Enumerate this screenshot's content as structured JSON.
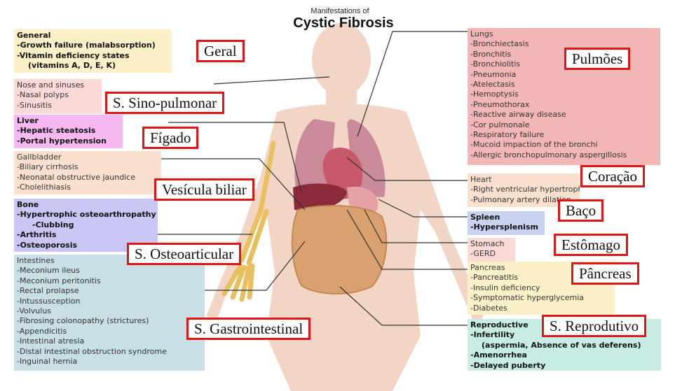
{
  "title": {
    "line1": "Manifestations of",
    "line2": "Cystic Fibrosis"
  },
  "boxes": {
    "general": {
      "header": "General",
      "items": [
        "-Growth failure (malabsorption)",
        "-Vitamin deficiency states",
        "(vitamins A, D, E, K)"
      ],
      "color": "#fbf0c8"
    },
    "nose": {
      "header": "Nose and sinuses",
      "items": [
        "-Nasal polyps",
        "-Sinusitis"
      ],
      "color": "#fbd9d6"
    },
    "liver": {
      "header": "Liver",
      "items": [
        "-Hepatic steatosis",
        "-Portal hypertension"
      ],
      "color": "#f5b8f0"
    },
    "gallbladder": {
      "header": "Gallbladder",
      "items": [
        "-Biliary cirrhosis",
        "-Neonatal obstructive jaundice",
        "-Cholelithiasis"
      ],
      "color": "#fbe0cf"
    },
    "bone": {
      "header": "Bone",
      "items": [
        "-Hypertrophic osteoarthropathy",
        "-Clubbing",
        "-Arthritis",
        "-Osteoporosis"
      ],
      "color": "#c9c6f3"
    },
    "intestines": {
      "header": "Intestines",
      "items": [
        "-Meconium ileus",
        "-Meconium peritonitis",
        "-Rectal prolapse",
        "-Intussusception",
        "-Volvulus",
        "-Fibrosing colonopathy (strictures)",
        "-Appendicitis",
        "-Intestinal atresia",
        "-Distal intestinal obstruction syndrome",
        "-Inguinal hernia"
      ],
      "color": "#c9dfe6"
    },
    "lungs": {
      "header": "Lungs",
      "items": [
        "-Bronchiectasis",
        "-Bronchitis",
        "-Bronchiolitis",
        "-Pneumonia",
        "-Atelectasis",
        "-Hemoptysis",
        "-Pneumothorax",
        "-Reactive airway disease",
        "-Cor pulmonale",
        "-Respiratory failure",
        "-Mucoid impaction of the bronchi",
        "-Allergic bronchopulmonary aspergillosis"
      ],
      "color": "#f2b6b6"
    },
    "heart": {
      "header": "Heart",
      "items": [
        "-Right ventricular hypertrophy",
        "-Pulmonary artery dilation"
      ],
      "color": "#fbe0cf"
    },
    "spleen": {
      "header": "Spleen",
      "items": [
        "-Hypersplenism"
      ],
      "color": "#c9d3f0"
    },
    "stomach": {
      "header": "Stomach",
      "items": [
        "-GERD"
      ],
      "color": "#fbd9d6"
    },
    "pancreas": {
      "header": "Pancreas",
      "items": [
        "-Pancreatitis",
        "-Insulin deficiency",
        "-Symptomatic hyperglycemia",
        "-Diabetes"
      ],
      "color": "#fbf0c8"
    },
    "reproductive": {
      "header": "Reproductive",
      "items": [
        "-Infertility",
        "(aspermia, Absence of vas deferens)",
        "-Amenorrhea",
        "-Delayed puberty"
      ],
      "color": "#c6ece3"
    }
  },
  "tags": {
    "geral": "Geral",
    "sino": "S. Sino-pulmonar",
    "figado": "Fígado",
    "vesicula": "Vesícula biliar",
    "osteo": "S. Osteoarticular",
    "gastro": "S. Gastrointestinal",
    "pulmoes": "Pulmões",
    "coracao": "Coração",
    "baco": "Baço",
    "estomago": "Estômago",
    "pancreas": "Pâncreas",
    "reprodutivo": "S. Reprodutivo"
  }
}
